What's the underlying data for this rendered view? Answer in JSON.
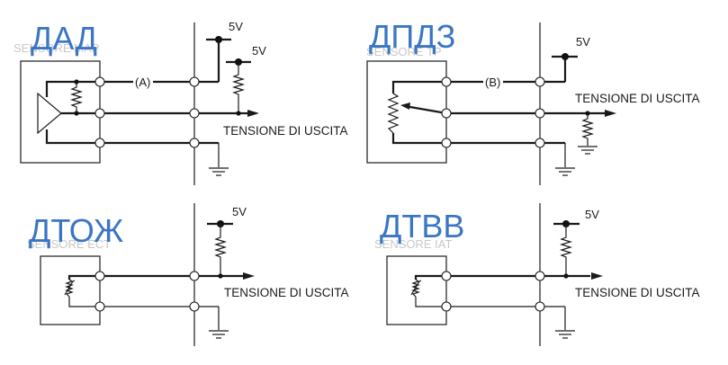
{
  "colors": {
    "title_blue": "#3a76c4",
    "sensor_label_gray": "#c8c8c8",
    "line": "#1a1a1a"
  },
  "panels": [
    {
      "id": "map",
      "title": "ДАД",
      "sensor_label": "SENSORE MAP",
      "wire_label": "(A)",
      "supply_labels": [
        "5V",
        "5V"
      ],
      "output_label": "TENSIONE DI USCITA",
      "element": "amplifier-with-resistor"
    },
    {
      "id": "tp",
      "title": "ДПДЗ",
      "sensor_label": "SENSORE TP",
      "wire_label": "(B)",
      "supply_labels": [
        "5V"
      ],
      "output_label": "TENSIONE DI USCITA",
      "element": "potentiometer"
    },
    {
      "id": "ect",
      "title": "ДТОЖ",
      "sensor_label": "SENSORE ECT",
      "supply_labels": [
        "5V"
      ],
      "output_label": "TENSIONE DI USCITA",
      "element": "thermistor"
    },
    {
      "id": "iat",
      "title": "ДТВВ",
      "sensor_label": "SENSORE IAT",
      "supply_labels": [
        "5V"
      ],
      "output_label": "TENSIONE DI USCITA",
      "element": "thermistor"
    }
  ]
}
